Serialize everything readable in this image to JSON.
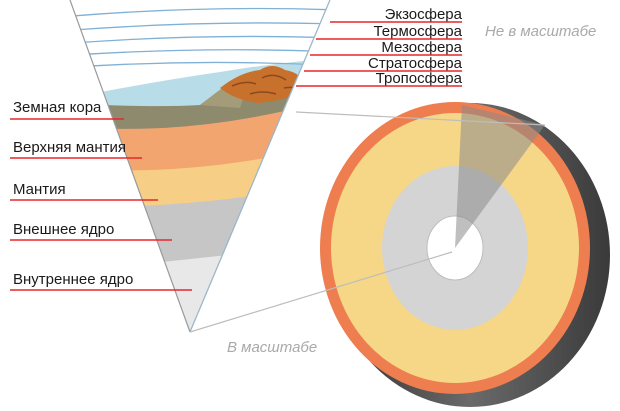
{
  "atmosphere_labels": [
    "Экзосфера",
    "Термосфера",
    "Мезосфера",
    "Стратосфера",
    "Тропосфера"
  ],
  "earth_labels": [
    "Земная кора",
    "Верхняя мантия",
    "Мантия",
    "Внешнее ядро",
    "Внутреннее ядро"
  ],
  "notes": {
    "not_to_scale": "Не в масштабе",
    "to_scale": "В масштабе"
  },
  "colors": {
    "label_underline": "#e8262c",
    "sky": "#b9dde8",
    "atmosphere_lines": "#7fb1d6",
    "crust": "#8e8a6e",
    "crust_rock": "#a49c78",
    "upper_mantle": "#f3a56f",
    "mantle": "#f7ce86",
    "outer_core": "#c6c6c6",
    "inner_core": "#e6e6e6",
    "sphere_rim": "#ee7d4f",
    "sphere_mantle": "#f6d787",
    "sphere_side": "#555555",
    "mountain": "#c8712d"
  }
}
